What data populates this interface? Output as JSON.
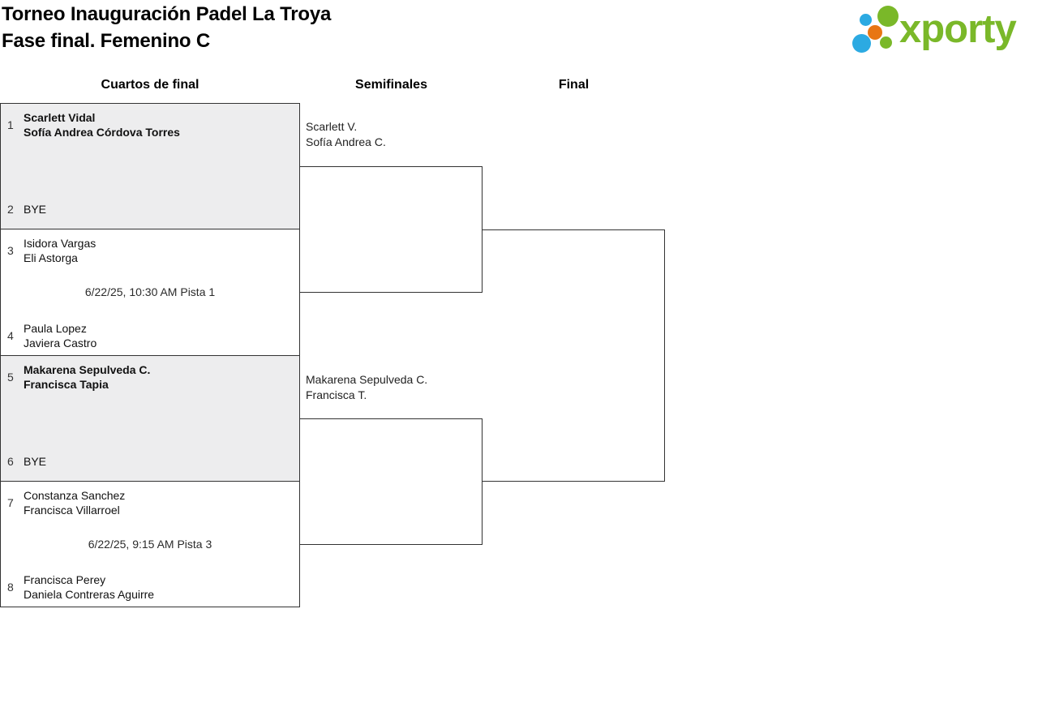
{
  "header": {
    "title_line1": "Torneo Inauguración Padel La Troya",
    "title_line2": "Fase final. Femenino C"
  },
  "logo": {
    "text": "xporty",
    "brand_green": "#7ab829",
    "brand_blue": "#2caae2",
    "brand_orange": "#e87613"
  },
  "round_headers": [
    "Cuartos de final",
    "Semifinales",
    "Final"
  ],
  "matches": [
    {
      "seed_top": "1",
      "team_top_line1": "Scarlett Vidal",
      "team_top_line2": "Sofía Andrea Córdova Torres",
      "team_top_advanced": true,
      "seed_bottom": "2",
      "team_bottom_line1": "BYE",
      "team_bottom_line2": "",
      "schedule": "",
      "is_bye": true
    },
    {
      "seed_top": "3",
      "team_top_line1": "Isidora Vargas",
      "team_top_line2": "Eli Astorga",
      "team_top_advanced": false,
      "seed_bottom": "4",
      "team_bottom_line1": "Paula Lopez",
      "team_bottom_line2": "Javiera Castro",
      "schedule": "6/22/25, 10:30 AM Pista 1",
      "is_bye": false
    },
    {
      "seed_top": "5",
      "team_top_line1": "Makarena Sepulveda C.",
      "team_top_line2": "Francisca Tapia",
      "team_top_advanced": true,
      "seed_bottom": "6",
      "team_bottom_line1": "BYE",
      "team_bottom_line2": "",
      "schedule": "",
      "is_bye": true
    },
    {
      "seed_top": "7",
      "team_top_line1": "Constanza Sanchez",
      "team_top_line2": "Francisca Villarroel",
      "team_top_advanced": false,
      "seed_bottom": "8",
      "team_bottom_line1": "Francisca Perey",
      "team_bottom_line2": "Daniela Contreras Aguirre",
      "schedule": "6/22/25, 9:15 AM Pista 3",
      "is_bye": false
    }
  ],
  "semifinals": [
    {
      "line1": "Scarlett V.",
      "line2": "Sofía Andrea C."
    },
    {
      "line1": "Makarena Sepulveda C.",
      "line2": "Francisca T."
    }
  ],
  "colors": {
    "bracket_border": "#333333",
    "bye_background": "#ededee",
    "text": "#1a1a1a"
  }
}
